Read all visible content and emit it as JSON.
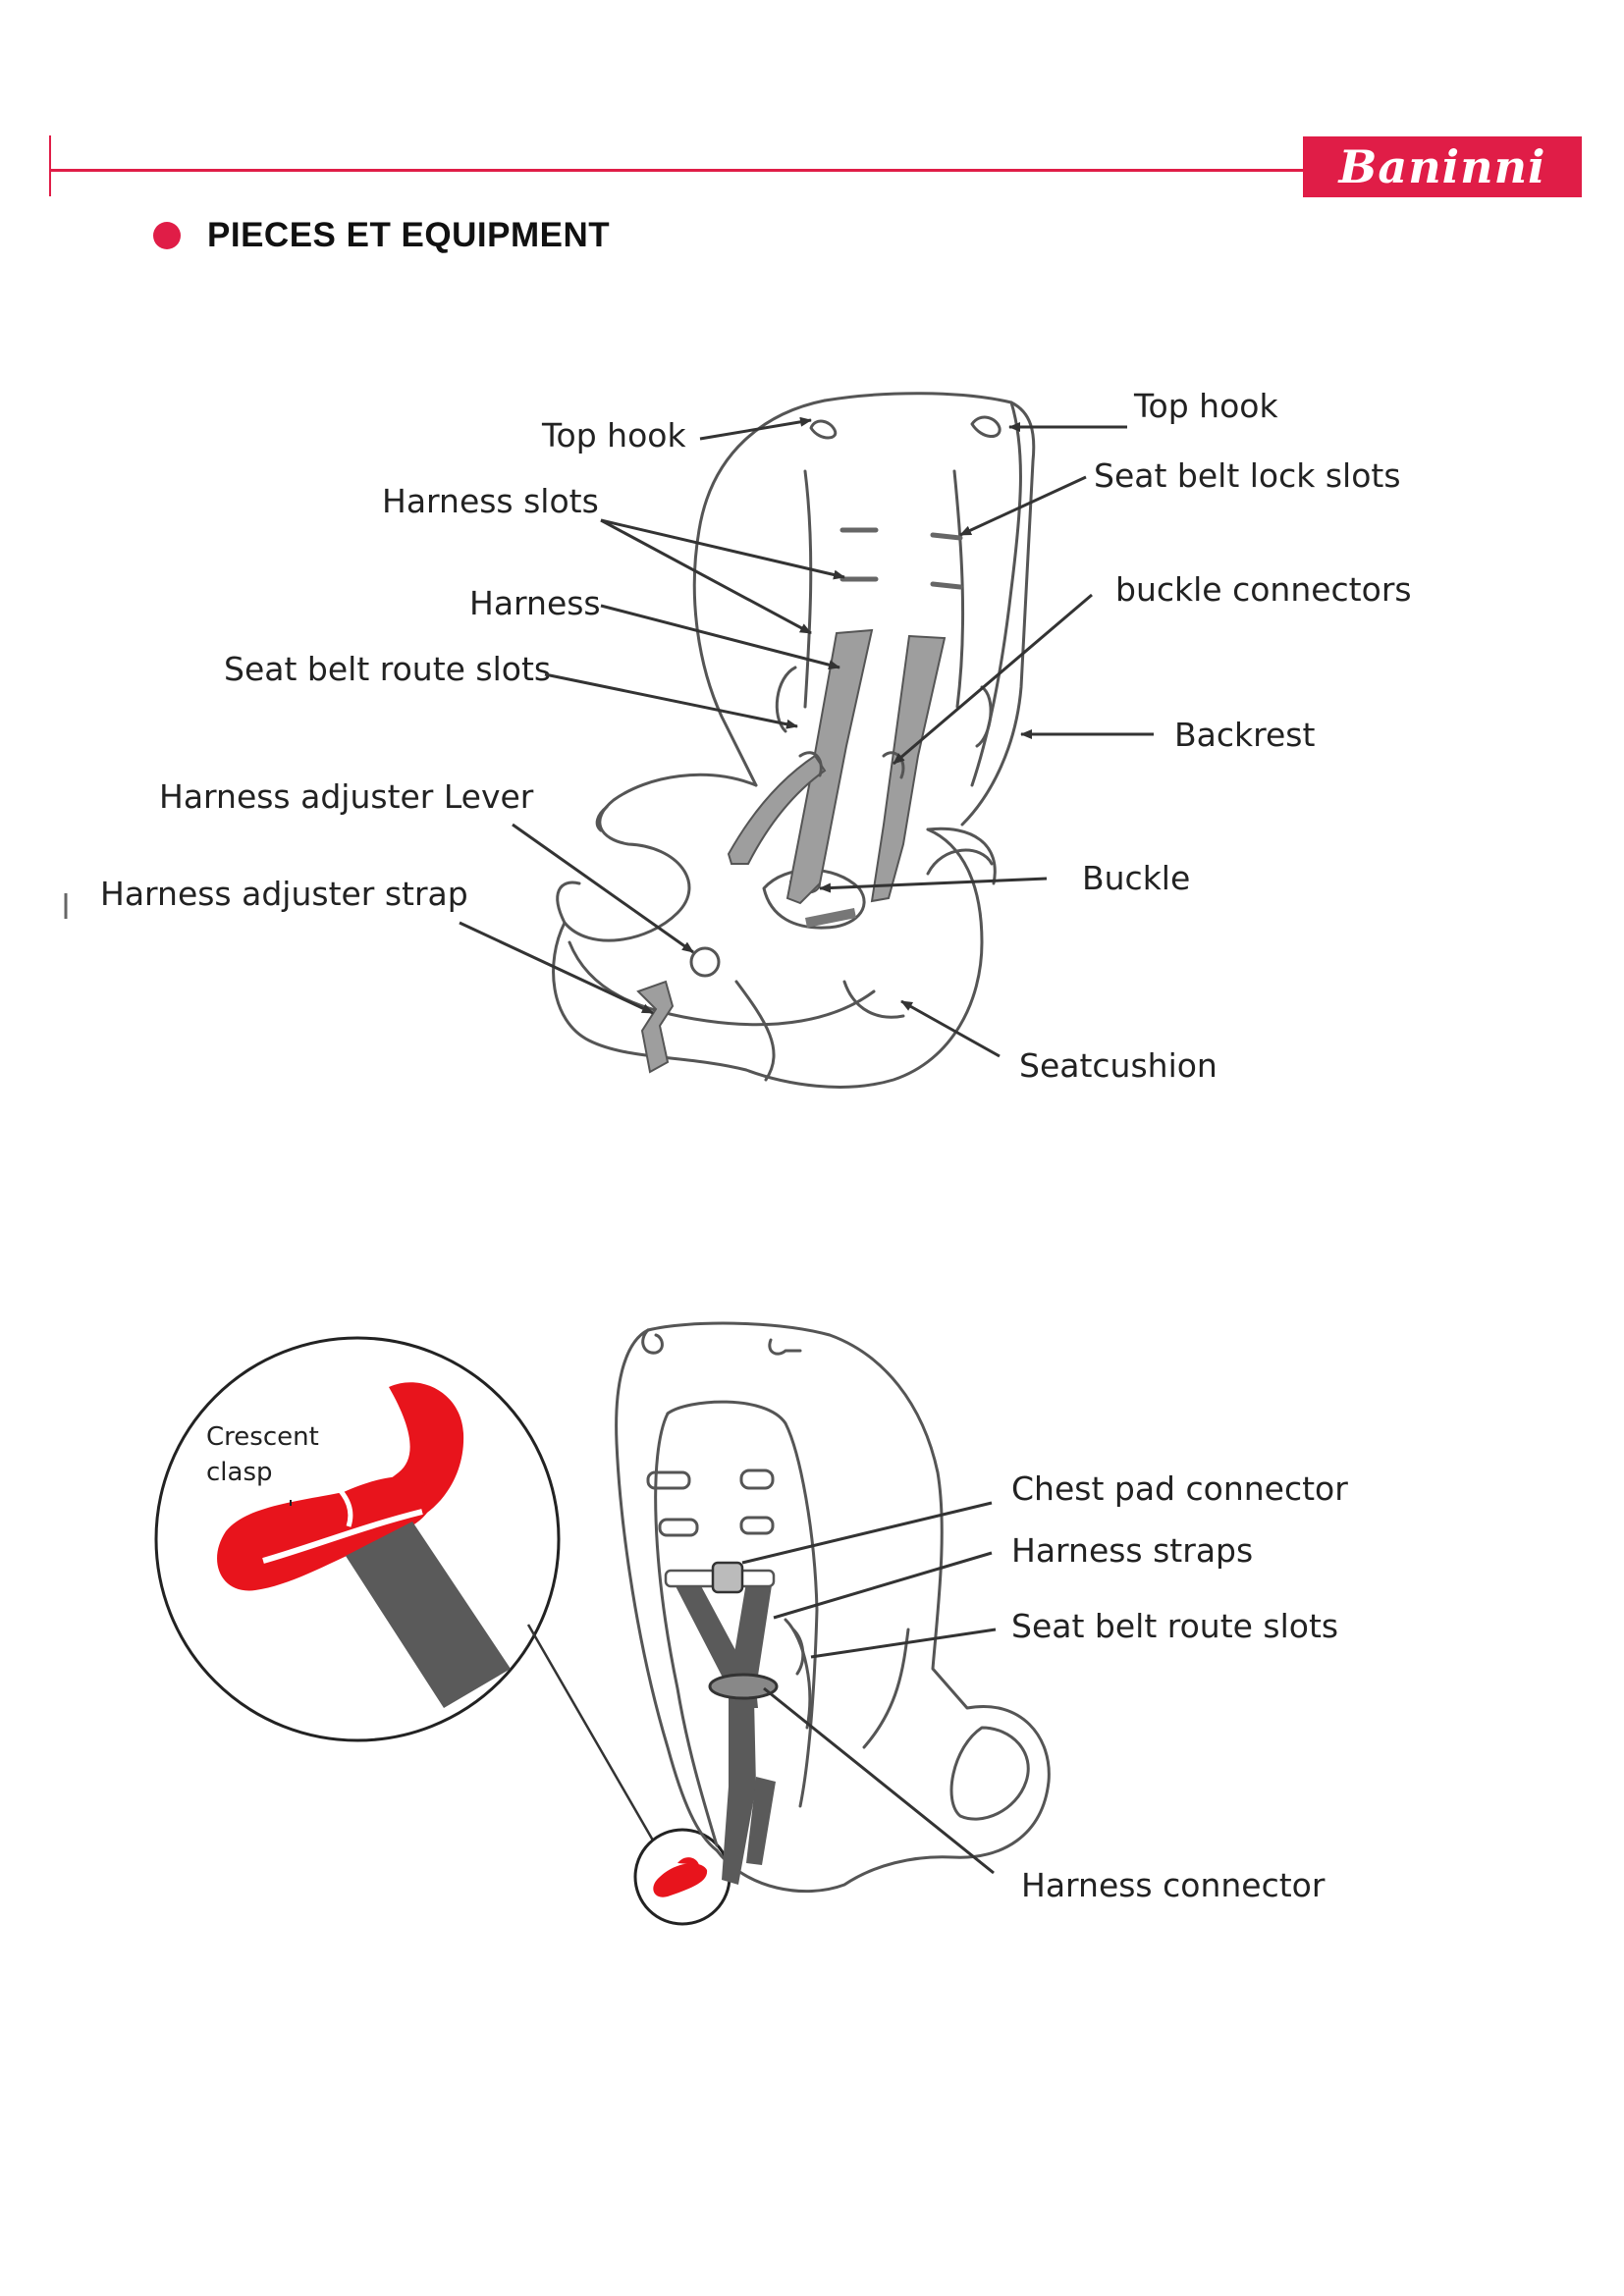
{
  "brand": {
    "name": "Baninni",
    "color": "#e01d47"
  },
  "section": {
    "title": "PIECES ET EQUIPMENT"
  },
  "diagram1": {
    "labels": {
      "top_hook_left": "Top hook",
      "top_hook_right": "Top hook",
      "harness_slots": "Harness slots",
      "seat_belt_lock_slots": "Seat belt lock slots",
      "harness": "Harness",
      "buckle_connectors": "buckle connectors",
      "seat_belt_route_slots": "Seat belt route slots",
      "backrest": "Backrest",
      "harness_adjuster_lever": "Harness adjuster Lever",
      "harness_adjuster_strap": "Harness adjuster strap",
      "buckle": "Buckle",
      "seatcushion": "Seatcushion"
    }
  },
  "diagram2": {
    "inset_label_line1": "Crescent",
    "inset_label_line2": "clasp",
    "labels": {
      "chest_pad_connector": "Chest pad connector",
      "harness_straps": "Harness straps",
      "seat_belt_route_slots": "Seat belt route slots",
      "harness_connector": "Harness connector"
    },
    "clasp_color": "#e8141c",
    "strap_color": "#5a5a5a"
  }
}
